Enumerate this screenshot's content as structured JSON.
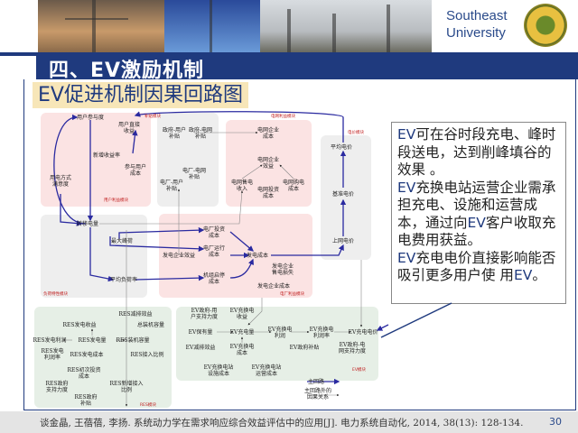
{
  "header": {
    "university_line1": "Southeast",
    "university_line2": "University",
    "seal_text": "SOUTHEAST UNIVERSITY"
  },
  "slide": {
    "title": "四、EV激励机制",
    "subtitle": "EV促进机制因果回路图"
  },
  "diagram": {
    "modules": [
      "补贴模块",
      "电网利益模块",
      "电价模块",
      "用户利益模块",
      "负荷特性模块",
      "电厂利益模块",
      "RES模块",
      "EV模块"
    ],
    "nodes": [
      "用户参与度",
      "用户直接\n收益",
      "政府-用户\n补贴",
      "政府-电网\n补贴",
      "电网企业\n成本",
      "新增收益率",
      "参与用户\n成本",
      "电厂-电网\n补贴",
      "电网企业\n效益",
      "用电方式\n满意度",
      "电厂-用户\n补贴",
      "电网售电\n收入",
      "电网投资\n成本",
      "电网购电\n成本",
      "平均电价",
      "基准电价",
      "上网电价",
      "转移电量",
      "最大峰荷",
      "电厂投资\n成本",
      "电厂运行\n成本",
      "发电企业效益",
      "发电成本",
      "发电企业\n售电损失",
      "机组启停\n成本",
      "平均负荷率",
      "发电企业成本",
      "RES减排效益",
      "总装机容量",
      "RES发电收益",
      "RES发电利润",
      "RES发电量",
      "RES装机容量",
      "RES发电\n利润率",
      "RES发电成本",
      "RES接入比例",
      "RES初次投资\n成本",
      "RES政府\n支持力度",
      "RES新增接入\n比例",
      "RES政府\n补贴",
      "EV政府-用\n户支持力度",
      "EV充换电\n收益",
      "EV保有量",
      "EV充电量",
      "EV充换电\n利润",
      "EV充换电\n利润率",
      "EV充电电价",
      "EV减排效益",
      "EV充换电\n成本",
      "EV政府补贴",
      "EV政府-电\n网支持力度",
      "EV充换电站\n设施成本",
      "EV充换电站\n运营成本"
    ],
    "legend": {
      "main": "主回路",
      "other": "主回路外的\n因果关系"
    }
  },
  "note": {
    "p1_ev": "EV",
    "p1": "可在谷时段充电、峰时段送电，达到削峰填谷的效果 。",
    "p2_ev": "EV",
    "p2a": "充换电站运营企业需承担充电、设施和运营成本，通过向",
    "p2_ev2": "EV",
    "p2b": "客户收取充电费用获益。",
    "p3_ev": "EV",
    "p3": "充电电价直接影响能否吸引更多用户使 用",
    "p3_ev2": "EV",
    "p3_end": "。"
  },
  "footer": {
    "citation": "谈金晶, 王蓓蓓, 李扬. 系统动力学在需求响应综合效益评估中的应用[J]. 电力系统自动化, 2014, 38(13): 128-134.",
    "page": "30"
  },
  "colors": {
    "navy": "#1f3a7e",
    "main_loop": "#2a2aa0"
  }
}
